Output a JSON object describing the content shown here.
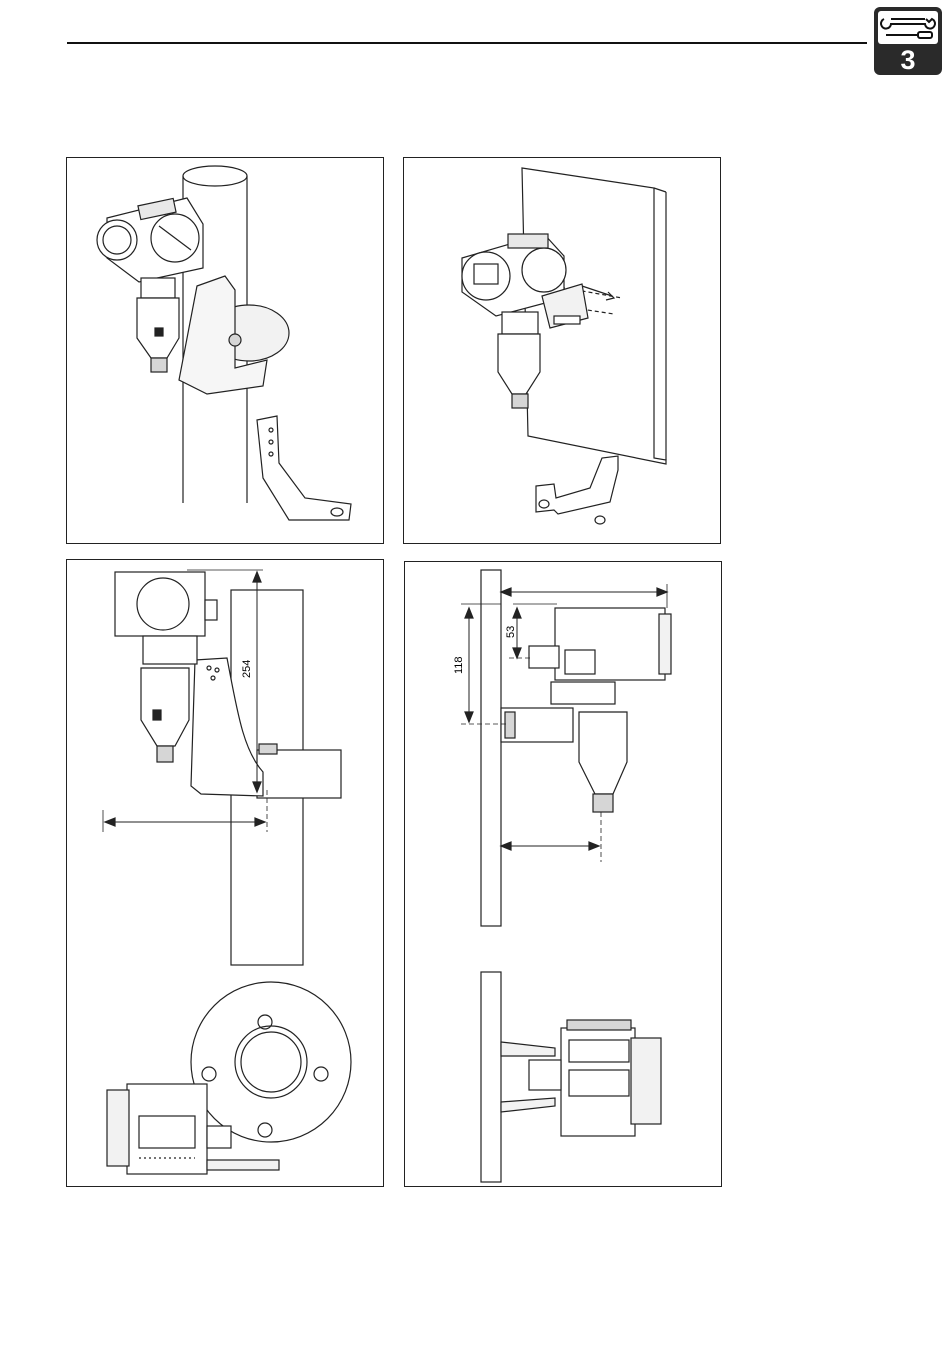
{
  "chapter": {
    "number": "3",
    "icon": "wrench-screwdriver-icon"
  },
  "figures": {
    "pipe_mount": {
      "icon": "transmitter-pipe-mount-illustration"
    },
    "wall_mount": {
      "icon": "transmitter-wall-mount-illustration"
    },
    "pipe_mount_dims": {
      "height_label": "254",
      "icon": "pipe-mount-dimension-drawing"
    },
    "wall_mount_dims": {
      "height_label": "118",
      "offset_label": "53",
      "icon": "wall-mount-dimension-drawing"
    }
  },
  "colors": {
    "line": "#222222",
    "badge": "#2a2a2a",
    "fill_light": "#f2f2f2",
    "fill_mid": "#d6d6d6"
  }
}
